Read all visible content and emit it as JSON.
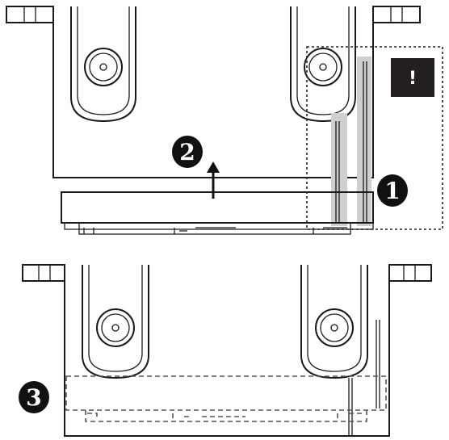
{
  "steps": {
    "one": "1",
    "two": "2",
    "three": "3"
  },
  "warning": {
    "symbol": "!",
    "color": "#231f20"
  },
  "colors": {
    "line": "#1a1a1a",
    "highlight": "#cfcfcf",
    "badge": "#111111"
  },
  "icons": [
    "warning-icon",
    "arrow-up-icon"
  ]
}
